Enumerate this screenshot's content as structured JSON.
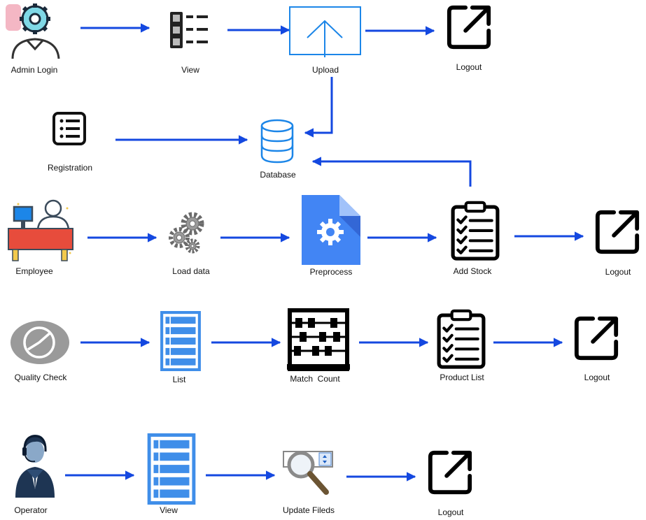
{
  "colors": {
    "arrow": "#1448e0",
    "icon_blue": "#1c86e8",
    "list_blue": "#3f8ee9"
  },
  "nodes": {
    "admin_login": {
      "label": "Admin Login",
      "icon": "admin-gear-user-icon"
    },
    "admin_view": {
      "label": "View",
      "icon": "list-view-icon"
    },
    "upload": {
      "label": "Upload",
      "icon": "upload-icon"
    },
    "admin_logout": {
      "label": "Logout",
      "icon": "logout-icon"
    },
    "registration": {
      "label": "Registration",
      "icon": "registration-form-icon"
    },
    "database": {
      "label": "Database",
      "icon": "database-icon"
    },
    "employee": {
      "label": "Employee",
      "icon": "employee-desk-icon"
    },
    "load_data": {
      "label": "Load data",
      "icon": "gears-icon"
    },
    "preprocess": {
      "label": "Preprocess",
      "icon": "gear-document-icon"
    },
    "add_stock": {
      "label": "Add Stock",
      "icon": "clipboard-checklist-icon"
    },
    "employee_logout": {
      "label": "Logout",
      "icon": "logout-icon"
    },
    "quality_check": {
      "label": "Quality Check",
      "icon": "pie-chart-icon"
    },
    "list": {
      "label": "List",
      "icon": "list-icon"
    },
    "match_count": {
      "label": "Match  Count",
      "icon": "abacus-icon"
    },
    "product_list": {
      "label": "Product List",
      "icon": "clipboard-checklist-icon"
    },
    "quality_logout": {
      "label": "Logout",
      "icon": "logout-icon"
    },
    "operator": {
      "label": "Operator",
      "icon": "operator-headset-icon"
    },
    "operator_view": {
      "label": "View",
      "icon": "list-icon"
    },
    "update_fields": {
      "label": "Update Fileds",
      "icon": "magnifier-field-icon"
    },
    "operator_logout": {
      "label": "Logout",
      "icon": "logout-icon"
    }
  },
  "edges": [
    [
      "admin_login",
      "admin_view"
    ],
    [
      "admin_view",
      "upload"
    ],
    [
      "upload",
      "admin_logout"
    ],
    [
      "upload",
      "database"
    ],
    [
      "registration",
      "database"
    ],
    [
      "add_stock",
      "database"
    ],
    [
      "employee",
      "load_data"
    ],
    [
      "load_data",
      "preprocess"
    ],
    [
      "preprocess",
      "add_stock"
    ],
    [
      "add_stock",
      "employee_logout"
    ],
    [
      "quality_check",
      "list"
    ],
    [
      "list",
      "match_count"
    ],
    [
      "match_count",
      "product_list"
    ],
    [
      "product_list",
      "quality_logout"
    ],
    [
      "operator",
      "operator_view"
    ],
    [
      "operator_view",
      "update_fields"
    ],
    [
      "update_fields",
      "operator_logout"
    ]
  ]
}
